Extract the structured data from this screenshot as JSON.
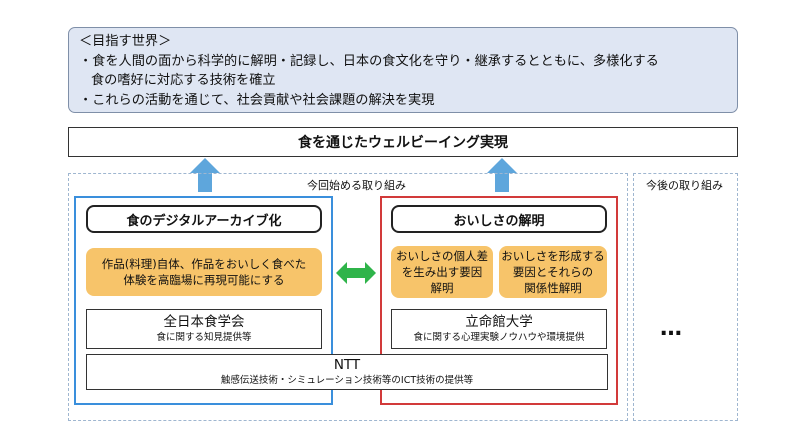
{
  "vision": {
    "heading": "＜目指す世界＞",
    "line1": "・食を人間の面から科学的に解明・記録し、日本の食文化を守り・継承するとともに、多様化する",
    "line2": "食の嗜好に対応する技術を確立",
    "line3": "・これらの活動を通じて、社会貢献や社会課題の解決を実現"
  },
  "goal": "食を通じたウェルビーイング実現",
  "current_label": "今回始める取り組み",
  "future_label": "今後の取り組み",
  "future_more": "…",
  "left": {
    "title": "食のデジタルアーカイブ化",
    "detail_line1": "作品(料理)自体、作品をおいしく食べた",
    "detail_line2": "体験を高臨場に再現可能にする",
    "org_name": "全日本食学会",
    "org_role": "食に関する知見提供等"
  },
  "right": {
    "title": "おいしさの解明",
    "detail1_line1": "おいしさの個人差",
    "detail1_line2": "を生み出す要因",
    "detail1_line3": "解明",
    "detail2_line1": "おいしさを形成する",
    "detail2_line2": "要因とそれらの",
    "detail2_line3": "関係性解明",
    "org_name": "立命館大学",
    "org_role": "食に関する心理実験ノウハウや環境提供"
  },
  "ntt": {
    "name": "NTT",
    "role": "触感伝送技術・シミュレーション技術等のICT技術の提供等"
  },
  "colors": {
    "vision_bg": "#dfe6f3",
    "arrow": "#5ea6dc",
    "left_border": "#3a8fdc",
    "right_border": "#d23a3a",
    "detail_fill": "#f7c46a",
    "link_arrow": "#2fb44a"
  }
}
